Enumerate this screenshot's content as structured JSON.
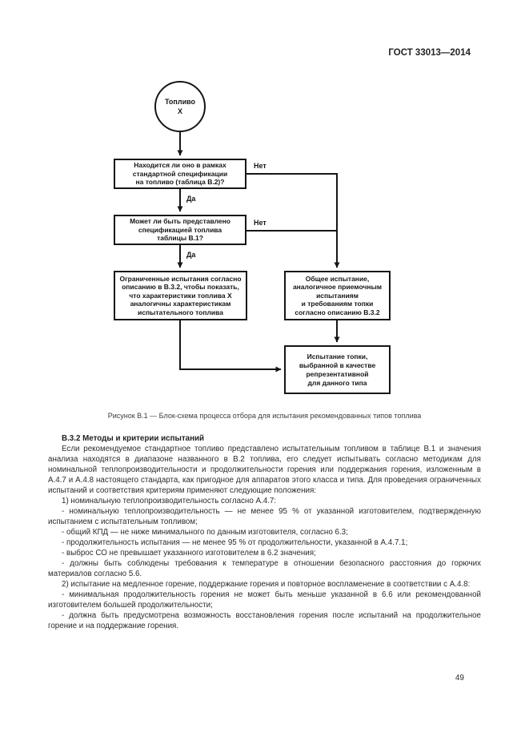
{
  "page": {
    "header": "ГОСТ 33013—2014",
    "page_number": "49"
  },
  "flowchart": {
    "start_circle": "Топливо\nX",
    "decision1": "Находится ли оно в рамках\nстандартной спецификации\nна топливо (таблица В.2)?",
    "decision2": "Может ли быть представлено\nспецификацией топлива\nтаблицы В.1?",
    "box_limited_tests": "Ограниченные испытания согласно\nописанию в В.3.2, чтобы показать,\nчто характеристики топлива X\nаналогичны характеристикам\nиспытательного топлива",
    "box_general_tests": "Общее испытание,\nаналогичное приемочным\nиспытаниям\nи требованиям топки\nсогласно описанию В.3.2",
    "box_final_test": "Испытание топки,\nвыбранной в качестве\nрепрезентативной\nдля данного типа",
    "label_yes1": "Да",
    "label_yes2": "Да",
    "label_no1": "Нет",
    "label_no2": "Нет",
    "caption": "Рисунок В.1 — Блок-схема процесса отбора для испытания рекомендованных типов топлива"
  },
  "section": {
    "heading": "В.3.2 Методы и критерии испытаний",
    "paragraphs": [
      "Если рекомендуемое стандартное топливо представлено испытательным топливом в таблице В.1 и значения анализа находятся в диапазоне названного в В.2 топлива, его следует испытывать согласно методикам для номинальной теплопроизводительности и продолжительности горения или поддержания горения, изложенным в А.4.7 и А.4.8 настоящего стандарта, как пригодное для аппаратов этого класса и типа. Для проведения ограниченных испытаний и соответствия критериям применяют следующие положения:",
      "1) номинальную теплопроизводительность согласно А.4.7:",
      "- номинальную теплопроизводительность — не менее 95 % от указанной изготовителем, подтвержденную испытанием с испытательным топливом;",
      "- общий КПД — не ниже минимального по данным изготовителя, согласно 6.3;",
      "- продолжительность испытания — не менее 95 % от продолжительности, указанной в А.4.7.1;",
      "- выброс СО не превышает указанного изготовителем в 6.2 значения;",
      "- должны быть соблюдены требования к температуре в отношении безопасного расстояния до горючих материалов согласно 5.6.",
      "2) испытание на медленное горение, поддержание горения и повторное воспламенение в соответствии с А.4.8:",
      "- минимальная продолжительность горения не может быть меньше указанной в 6.6 или рекомендованной изготовителем большей продолжительности;",
      "- должна быть предусмотрена возможность восстановления горения после испытаний на продолжительное горение и на поддержание горения."
    ]
  },
  "colors": {
    "ink": "#1f1f1f",
    "line": "#161616",
    "background": "#ffffff"
  }
}
